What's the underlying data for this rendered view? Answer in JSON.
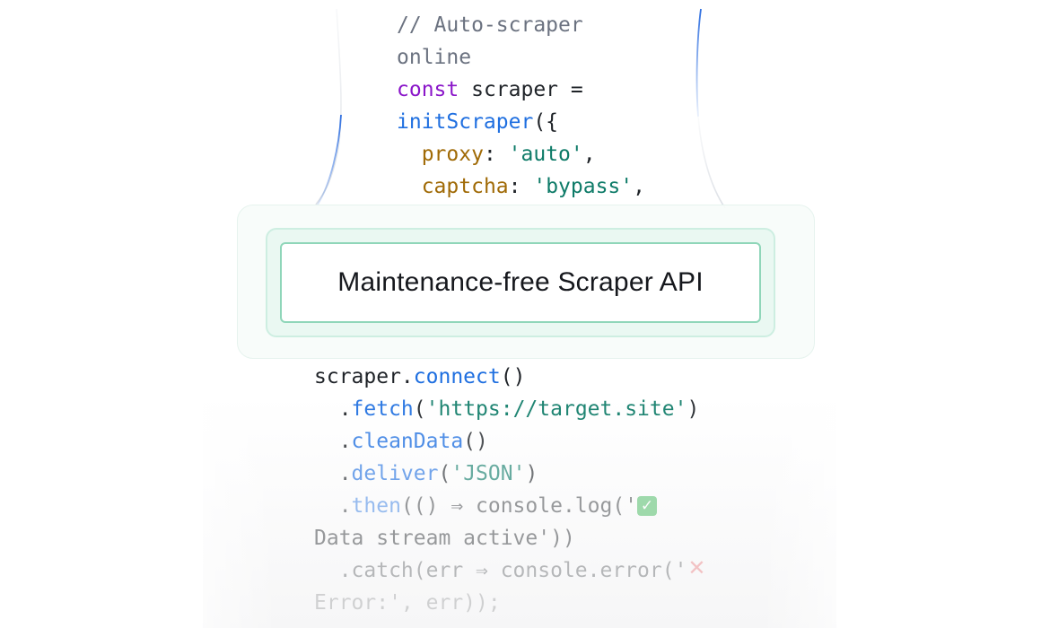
{
  "code_top": {
    "line1": "// Auto-scraper",
    "line2": "online",
    "line3_keyword": "const",
    "line3_rest": " scraper =",
    "line4_func": "initScraper",
    "line4_rest": "({",
    "line5_prop": "proxy",
    "line5_colon": ": ",
    "line5_value": "'auto'",
    "line5_comma": ",",
    "line6_prop": "captcha",
    "line6_colon": ": ",
    "line6_value": "'bypass'",
    "line6_comma": ","
  },
  "card": {
    "title": "Maintenance-free Scraper API"
  },
  "code_bottom": {
    "l1_obj": "scraper.",
    "l1_func": "connect",
    "l1_rest": "()",
    "l2_dot": "  .",
    "l2_func": "fetch",
    "l2_open": "(",
    "l2_value": "'https://target.site'",
    "l2_close": ")",
    "l3_dot": "  .",
    "l3_func": "cleanData",
    "l3_rest": "()",
    "l4_dot": "  .",
    "l4_func": "deliver",
    "l4_open": "(",
    "l4_value": "'JSON'",
    "l4_close": ")",
    "l5_dot": "  .",
    "l5_func": "then",
    "l5_rest": "(() ⇒ console.log('",
    "l5_emoji": "✓",
    "l6_text": "Data stream active'))",
    "l7_text": "  .catch(err ⇒ console.error('",
    "l7_emoji": "✕",
    "l8_text": "Error:', err));"
  },
  "colors": {
    "keyword": "#8a16c9",
    "function": "#1f6fe0",
    "property": "#a06a06",
    "string": "#0e7b68",
    "comment": "#6b7280",
    "accent_green": "#8fd6b9",
    "curve_blue": "#2f6fe0"
  },
  "icons": {
    "success": "check-mark-emoji-icon",
    "error": "cross-mark-emoji-icon"
  }
}
